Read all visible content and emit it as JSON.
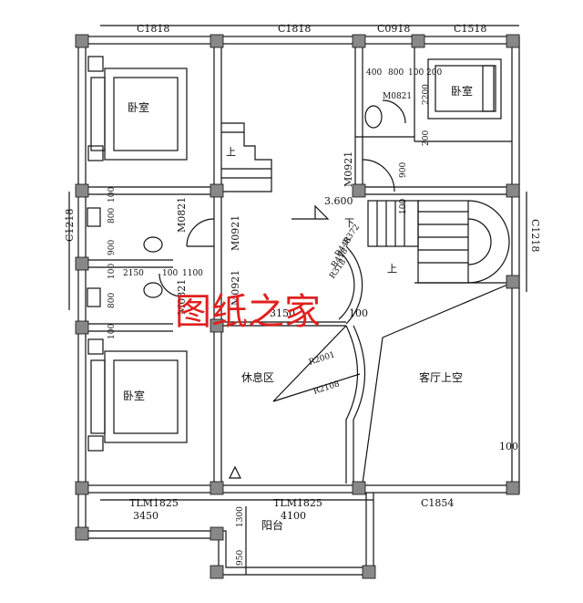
{
  "windows_top": [
    "C1818",
    "C1818",
    "C0918",
    "C1518"
  ],
  "windows_side": {
    "left": "C1218",
    "right": "C1218"
  },
  "doors": {
    "bath_top": "M0821",
    "stair_door": "M0921",
    "corridor_left": "M0821",
    "corridor_right": "M0921",
    "bath_bottom_left": "M0821",
    "bath_bottom_right": "M0921"
  },
  "rooms": {
    "bedroom_top_left": "卧室",
    "bedroom_top_right": "卧室",
    "bedroom_bottom_left": "卧室",
    "lounge": "休息区",
    "void": "客厅上空",
    "balcony": "阳台"
  },
  "elevation": "3.600",
  "stairs": {
    "down": "下",
    "up_main": "上",
    "up_secondary": "上"
  },
  "arcs": [
    "R2001",
    "R2108"
  ],
  "stair_radii": [
    "R372",
    "R448",
    "R418",
    "R318"
  ],
  "bottom_openings": {
    "left": "TLM1825",
    "left_width": "3450",
    "middle": "TLM1825",
    "middle_width": "4100",
    "right": "C1854"
  },
  "dimensions": {
    "bath_top": [
      "400",
      "800",
      "100",
      "200"
    ],
    "bath_side": "2200",
    "bath_200": "200",
    "bath_900": "900",
    "stair_100": "100",
    "lounge_3150": "3150",
    "lounge_100": "100",
    "void_100": "100",
    "balcony_1300": "1300",
    "balcony_950": "950",
    "left_bath_vert": [
      "800",
      "100",
      "900",
      "800",
      "100",
      "100"
    ],
    "left_bath_horiz": [
      "2150",
      "100",
      "1100"
    ]
  },
  "watermark": "图纸之家"
}
